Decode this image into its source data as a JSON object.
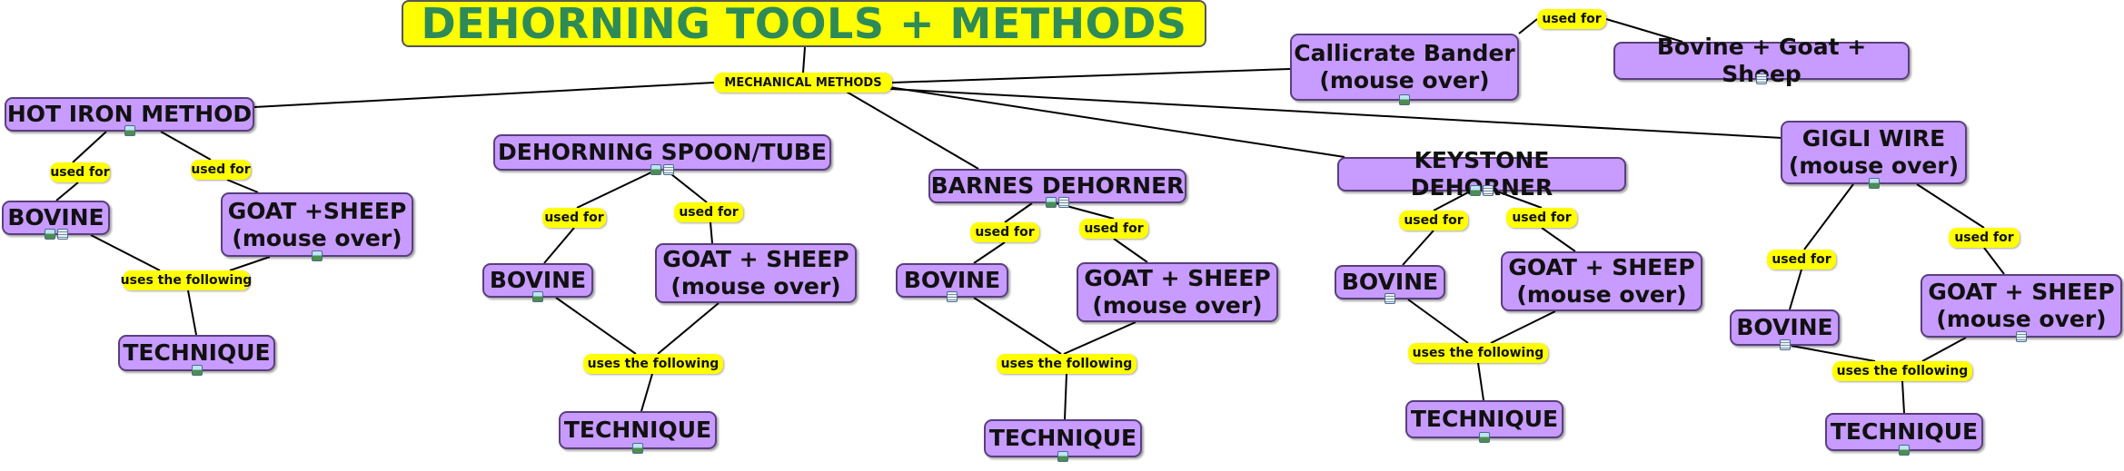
{
  "map": {
    "title": "DEHORNING TOOLS + METHODS",
    "root": "MECHANICAL METHODS",
    "callicrate": "Callicrate Bander\n(mouse over)",
    "callicrate_target": "Bovine + Goat + Sheep",
    "hot_iron": "HOT IRON METHOD",
    "spoon": "DEHORNING SPOON/TUBE",
    "barnes": "BARNES DEHORNER",
    "keystone": "KEYSTONE DEHORNER",
    "gigli": "GIGLI WIRE\n(mouse over)",
    "hot_iron_goat": "GOAT +SHEEP\n(mouse over)",
    "goat_sheep": "GOAT + SHEEP\n(mouse over)",
    "bovine_hot": "BOVINE",
    "bovine": "BOVINE",
    "technique": "TECHNIQUE"
  },
  "link_labels": {
    "used_for": "used for",
    "uses_the_following": "uses the following"
  },
  "colors": {
    "concept_fill": "#c79bff",
    "link_fill": "#ffff00",
    "title_fill": "#ffff00",
    "title_text": "#2e8b57"
  },
  "icon_names": [
    "image-resource-icon",
    "document-resource-icon"
  ]
}
